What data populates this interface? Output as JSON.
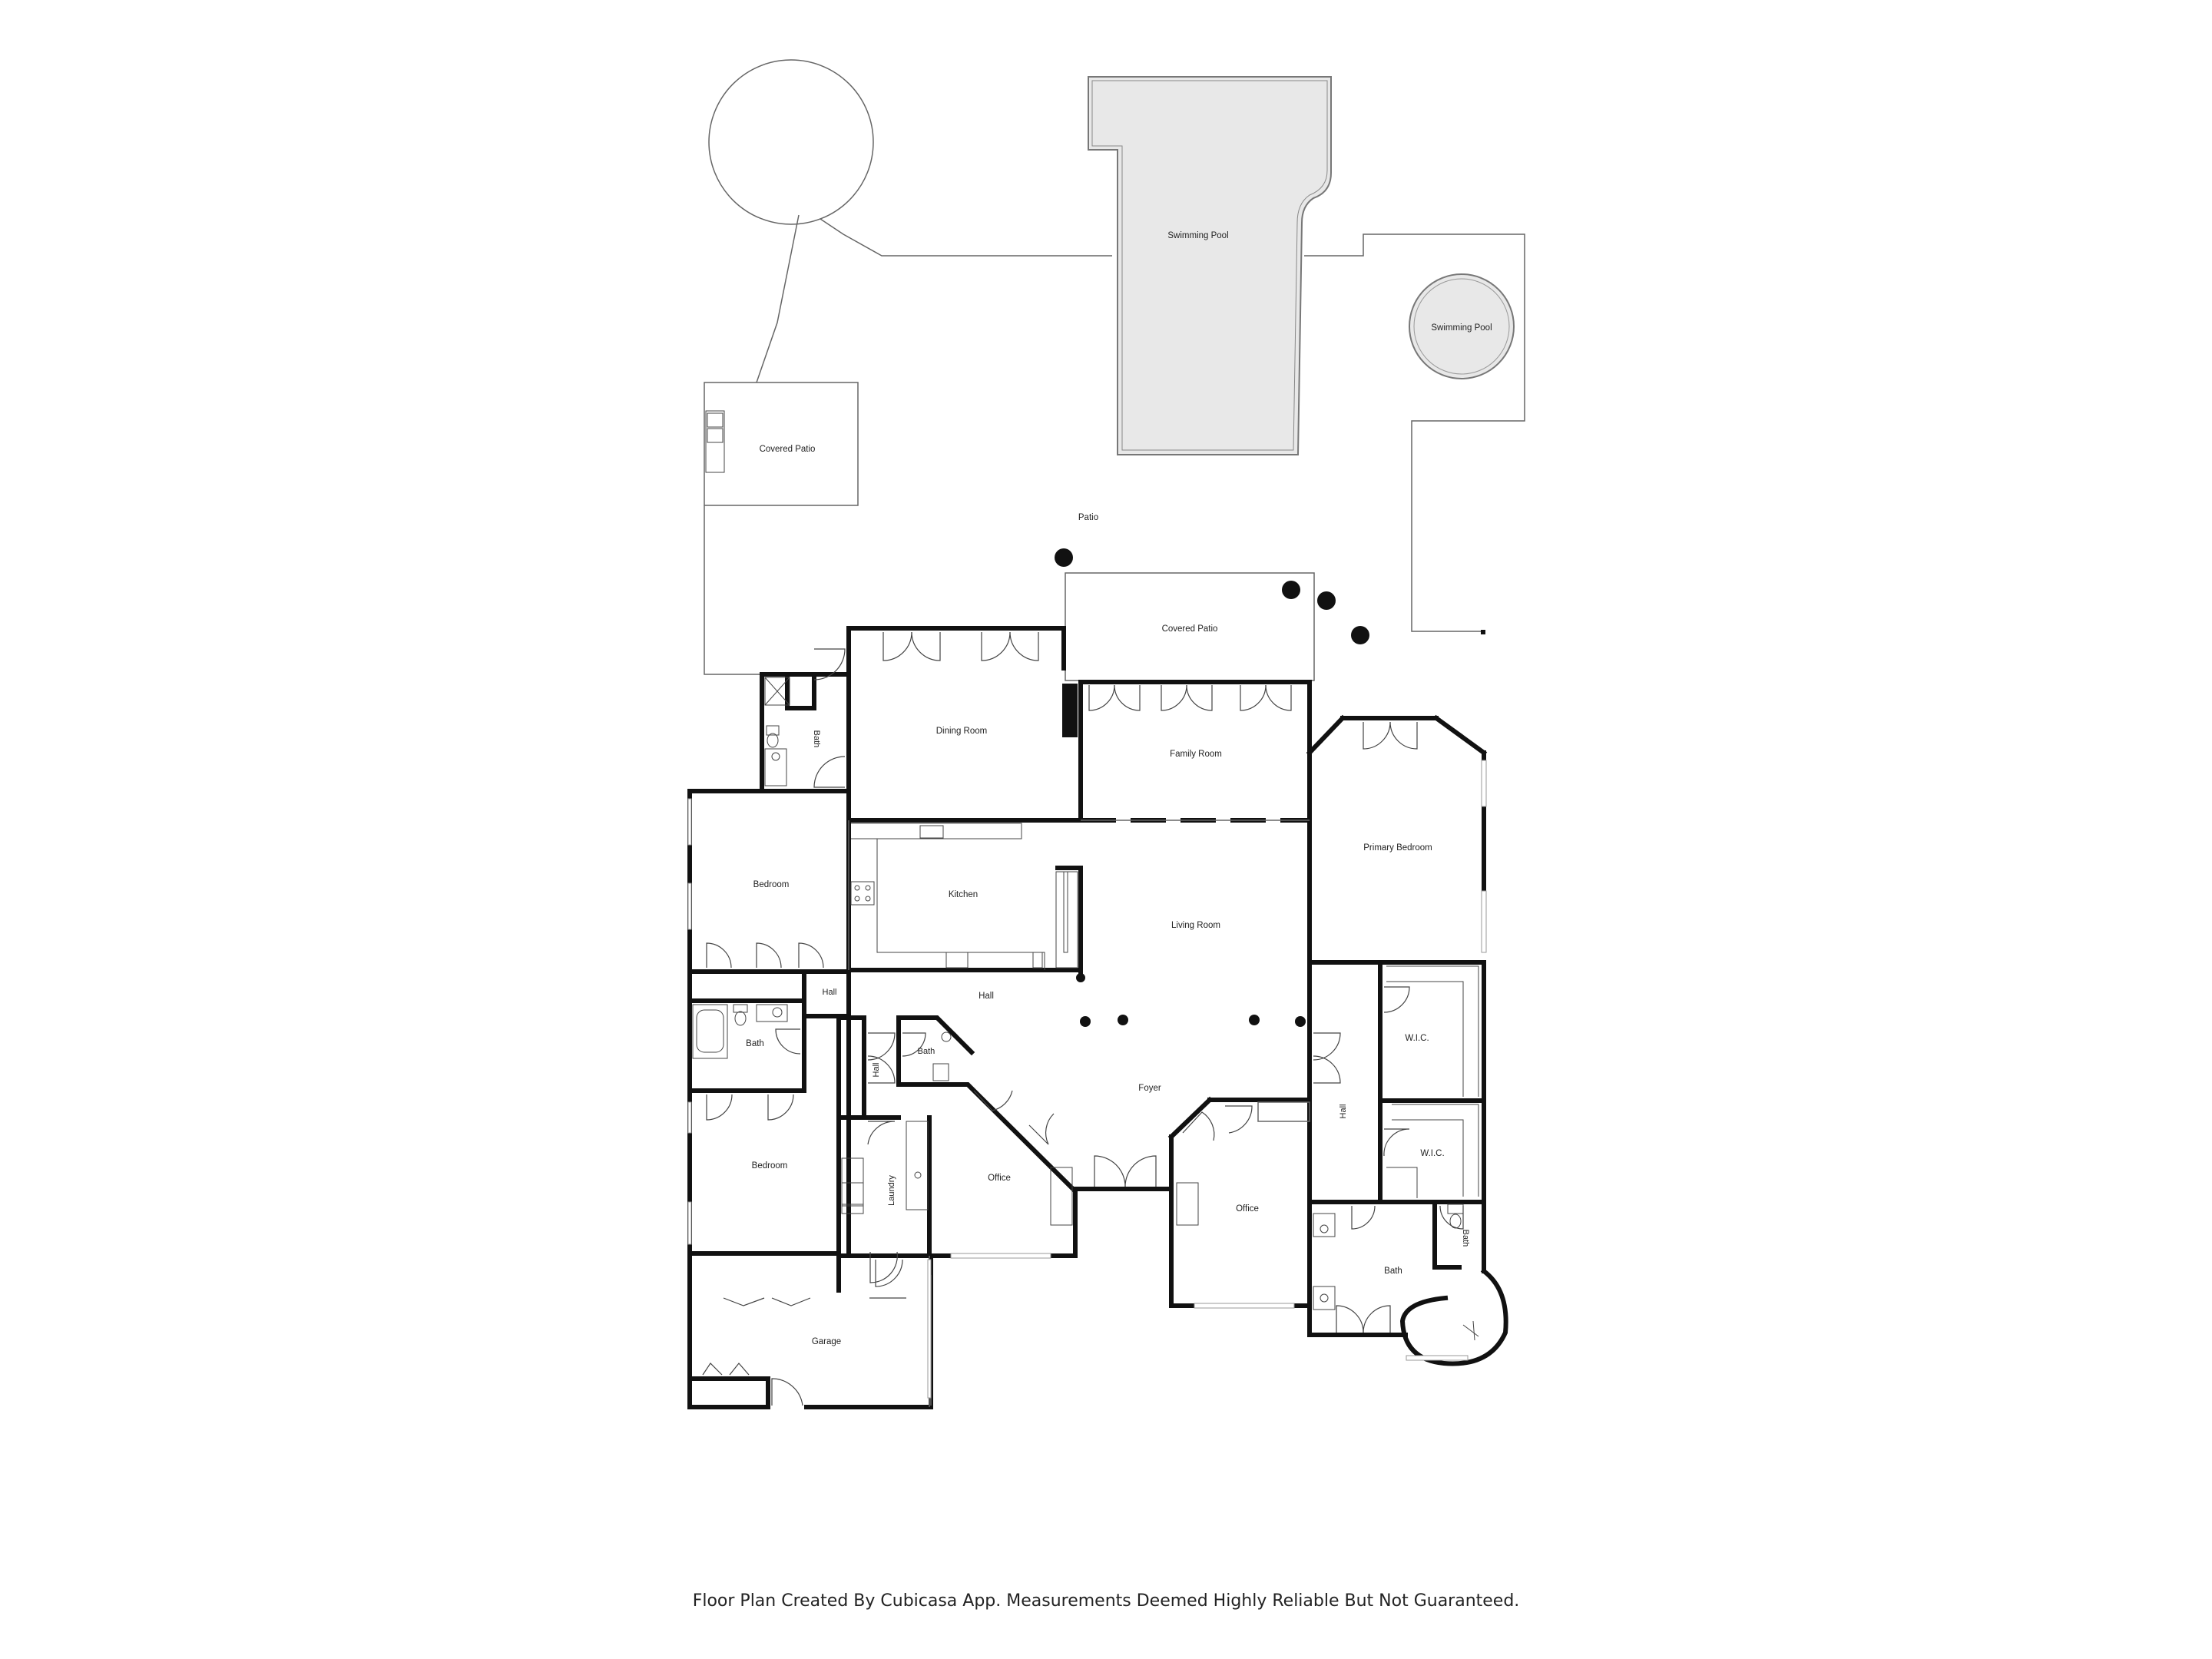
{
  "rooms": {
    "swimming_pool_large": "Swimming Pool",
    "swimming_pool_round": "Swimming Pool",
    "covered_patio_west": "Covered Patio",
    "patio": "Patio",
    "covered_patio_center": "Covered Patio",
    "dining_room": "Dining Room",
    "family_room": "Family Room",
    "primary_bedroom": "Primary Bedroom",
    "bath_north": "Bath",
    "bedroom_north": "Bedroom",
    "kitchen": "Kitchen",
    "living_room": "Living Room",
    "hall_center": "Hall",
    "hall_small": "Hall",
    "bath_west": "Bath",
    "bath_center": "Bath",
    "hall_vertical": "Hall",
    "foyer": "Foyer",
    "wic_upper": "W.I.C.",
    "wic_lower": "W.I.C.",
    "hall_east": "Hall",
    "bedroom_south": "Bedroom",
    "laundry": "Laundry",
    "office_west": "Office",
    "office_east": "Office",
    "bath_primary": "Bath",
    "bath_tiny": "Bath",
    "garage": "Garage"
  },
  "footer": {
    "note": "Floor Plan Created By Cubicasa App. Measurements Deemed Highly Reliable But Not Guaranteed."
  }
}
